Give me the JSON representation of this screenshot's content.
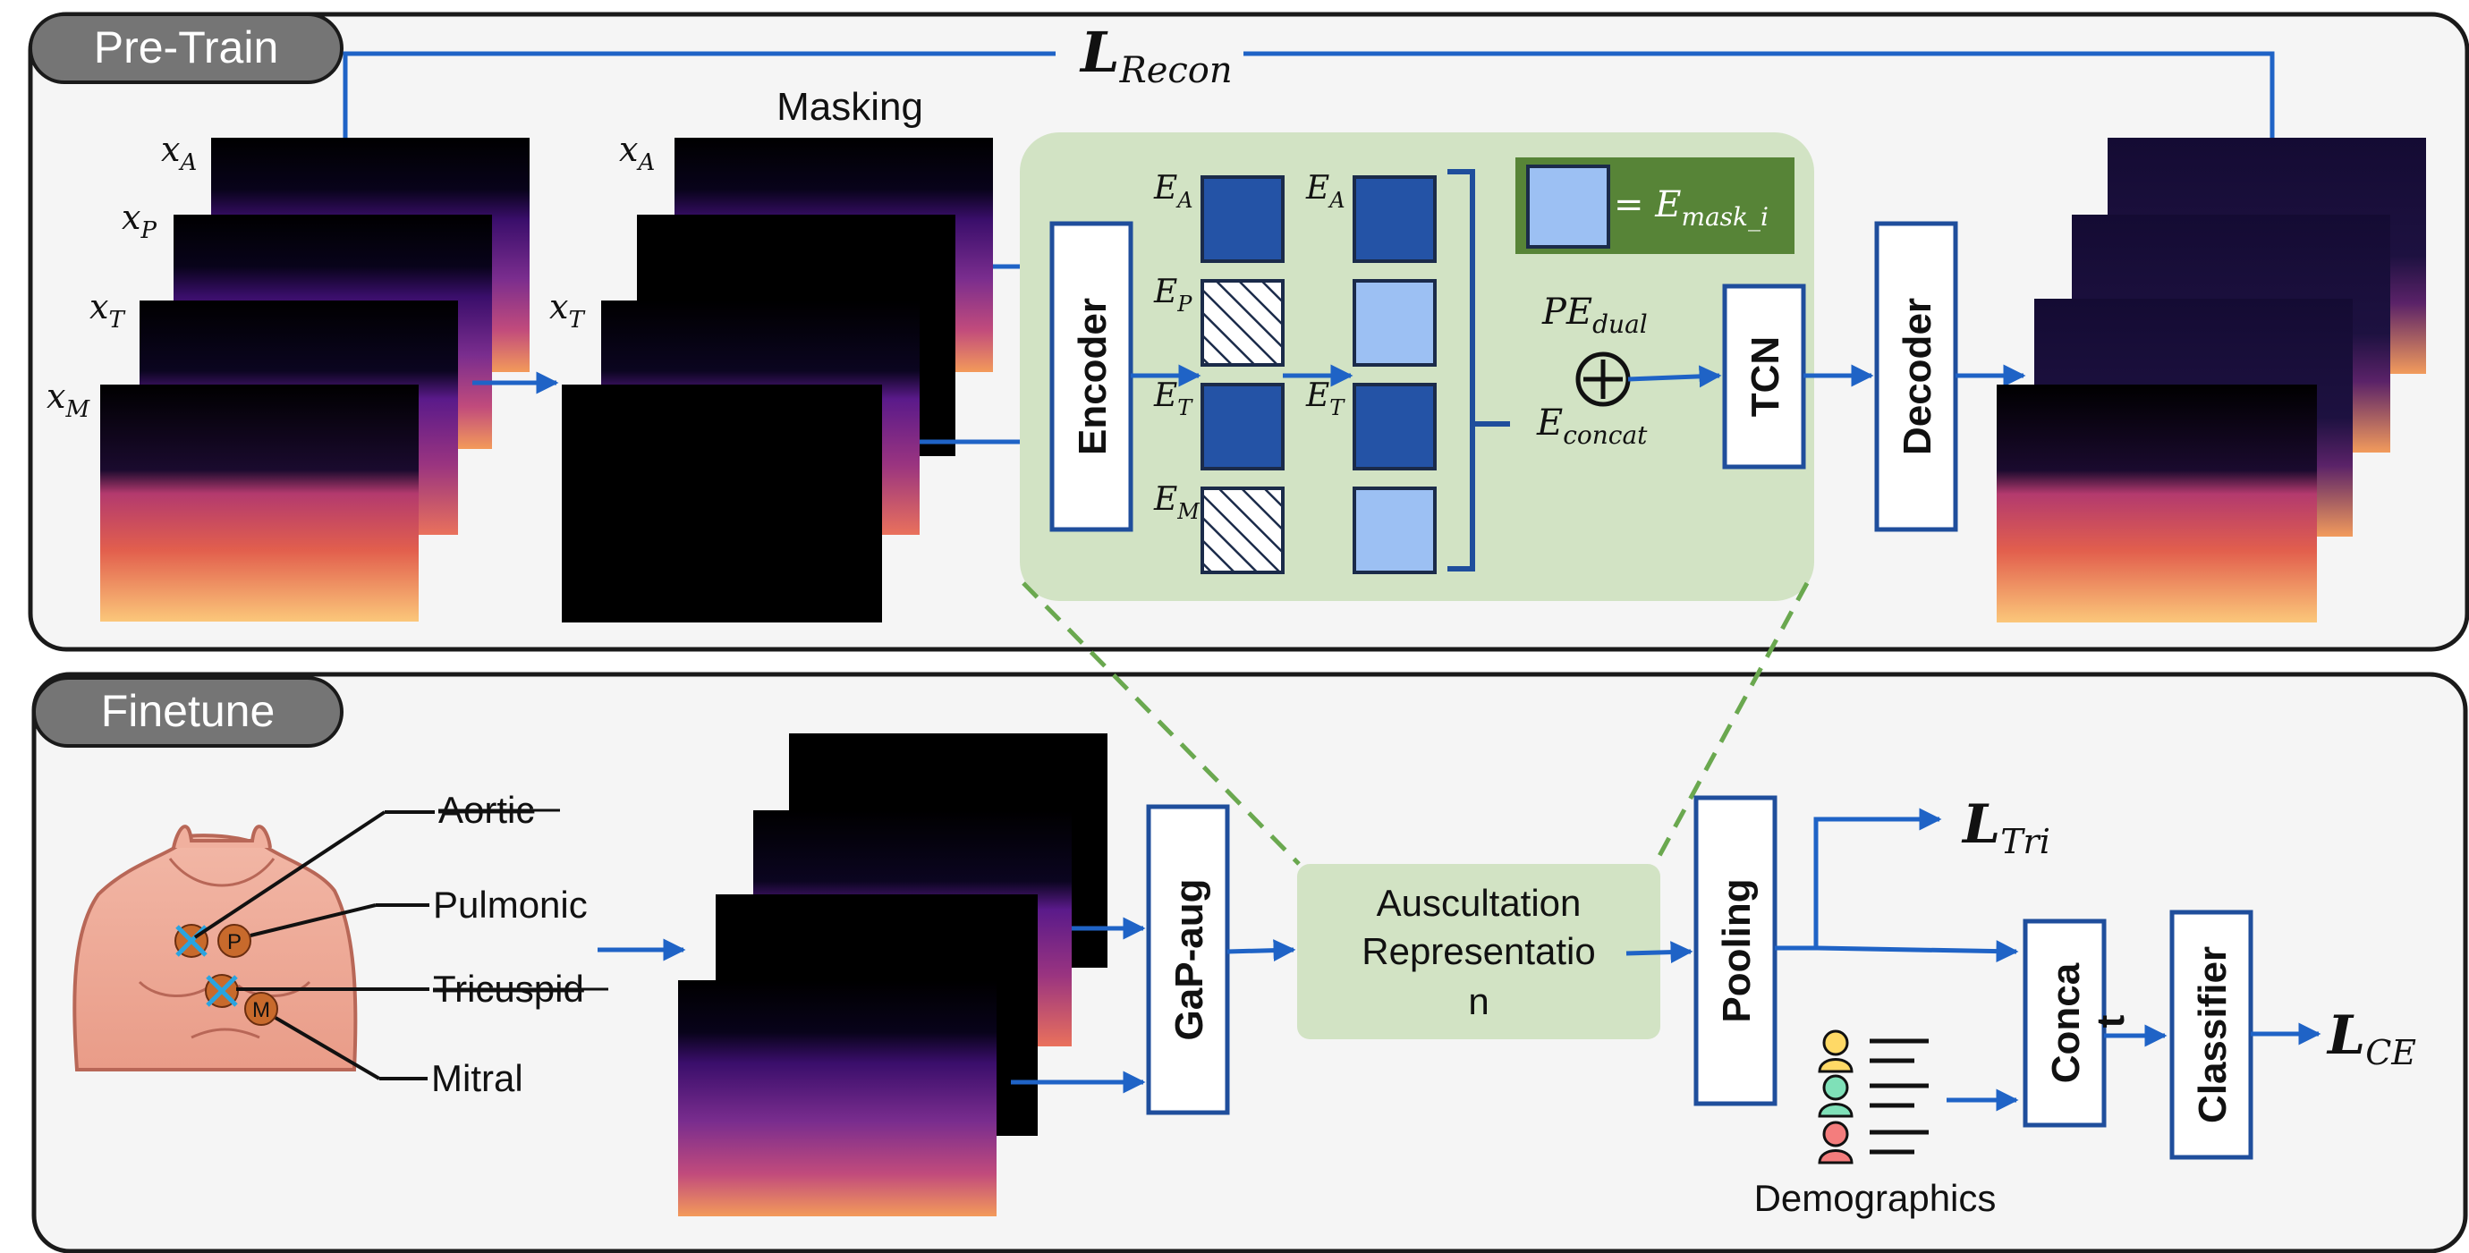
{
  "pretrain": {
    "badge": "Pre-Train",
    "loss_recon_main": "L",
    "loss_recon_sub": "Recon",
    "masking_label": "Masking",
    "input_labels": [
      {
        "main": "x",
        "sub": "A"
      },
      {
        "main": "x",
        "sub": "P"
      },
      {
        "main": "x",
        "sub": "T"
      },
      {
        "main": "x",
        "sub": "M"
      }
    ],
    "masked_labels": [
      {
        "main": "x",
        "sub": "A"
      },
      {
        "main": "x",
        "sub": "T"
      }
    ],
    "encoder_label": "Encoder",
    "embeddings_left": [
      {
        "main": "E",
        "sub": "A",
        "state": "filled"
      },
      {
        "main": "E",
        "sub": "P",
        "state": "masked"
      },
      {
        "main": "E",
        "sub": "T",
        "state": "filled"
      },
      {
        "main": "E",
        "sub": "M",
        "state": "masked"
      }
    ],
    "embeddings_right": [
      {
        "main": "E",
        "sub": "A",
        "state": "filled"
      },
      {
        "main": "",
        "sub": "",
        "state": "mask-token"
      },
      {
        "main": "E",
        "sub": "T",
        "state": "filled"
      },
      {
        "main": "",
        "sub": "",
        "state": "mask-token"
      }
    ],
    "mask_legend_eq": "= E",
    "mask_legend_sub": "mask_i",
    "pe_main": "PE",
    "pe_sub": "dual",
    "concat_main": "E",
    "concat_sub": "concat",
    "tcn_label": "TCN",
    "decoder_label": "Decoder"
  },
  "finetune": {
    "badge": "Finetune",
    "sites": [
      "Aortic",
      "Pulmonic",
      "Tricuspid",
      "Mitral"
    ],
    "marker_p": "P",
    "marker_m": "M",
    "gapaug_label": "GaP-aug",
    "auscultation_label": [
      "Auscultation",
      "Representatio",
      "n"
    ],
    "pooling_label": "Pooling",
    "loss_tri_main": "L",
    "loss_tri_sub": "Tri",
    "concat_label": "Conca",
    "concat_overflow": "t",
    "classifier_label": "Classifier",
    "loss_ce_main": "L",
    "loss_ce_sub": "CE",
    "demographics_label": "Demographics"
  },
  "colors": {
    "arrow": "#1f63c6",
    "panel_bg": "#f5f5f5",
    "badge_bg": "#757575",
    "green_panel": "#d2e3c4",
    "green_legend": "#578437",
    "emb_dark": "#2453a6",
    "emb_light": "#9cc0f3"
  }
}
